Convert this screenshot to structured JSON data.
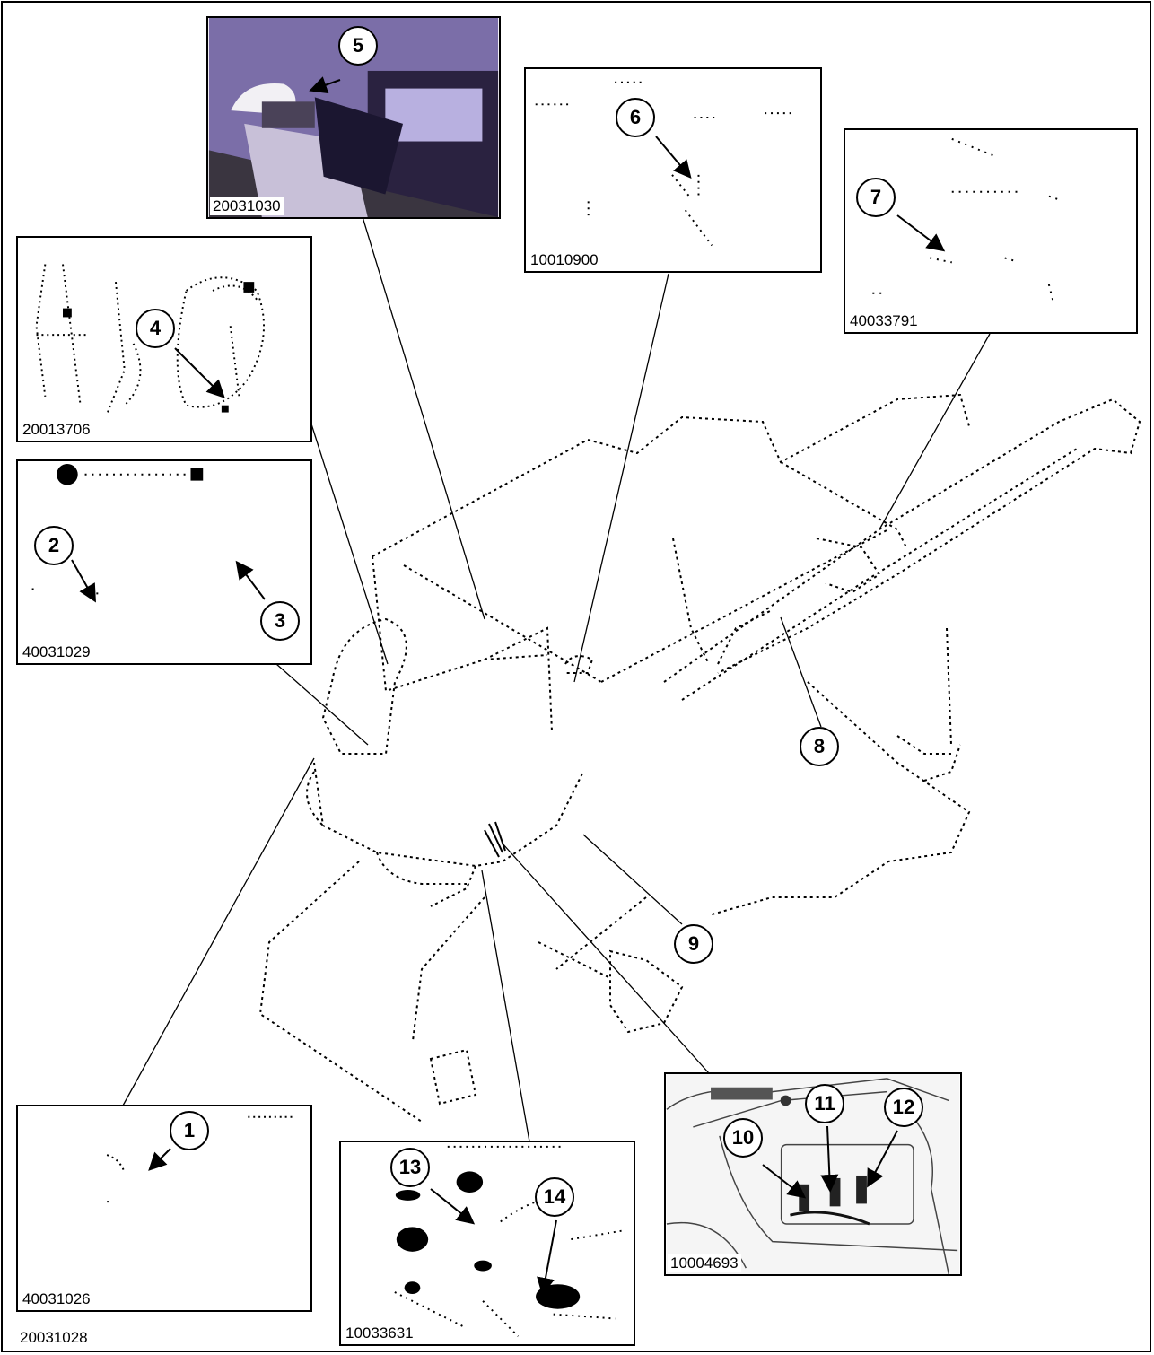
{
  "figure_number": "20031028",
  "insets": [
    {
      "id": "photo-5",
      "ref": "20031030"
    },
    {
      "id": "detail-6",
      "ref": "10010900"
    },
    {
      "id": "detail-7",
      "ref": "40033791"
    },
    {
      "id": "detail-4",
      "ref": "20013706"
    },
    {
      "id": "detail-2-3",
      "ref": "40031029"
    },
    {
      "id": "detail-1",
      "ref": "40031026"
    },
    {
      "id": "detail-13-14",
      "ref": "10033631"
    },
    {
      "id": "photo-10-12",
      "ref": "10004693"
    }
  ],
  "callouts": [
    "1",
    "2",
    "3",
    "4",
    "5",
    "6",
    "7",
    "8",
    "9",
    "10",
    "11",
    "12",
    "13",
    "14"
  ],
  "colors": {
    "line": "#000000",
    "photo_sky": "#7b6ea8",
    "photo_dark": "#1b1630"
  }
}
